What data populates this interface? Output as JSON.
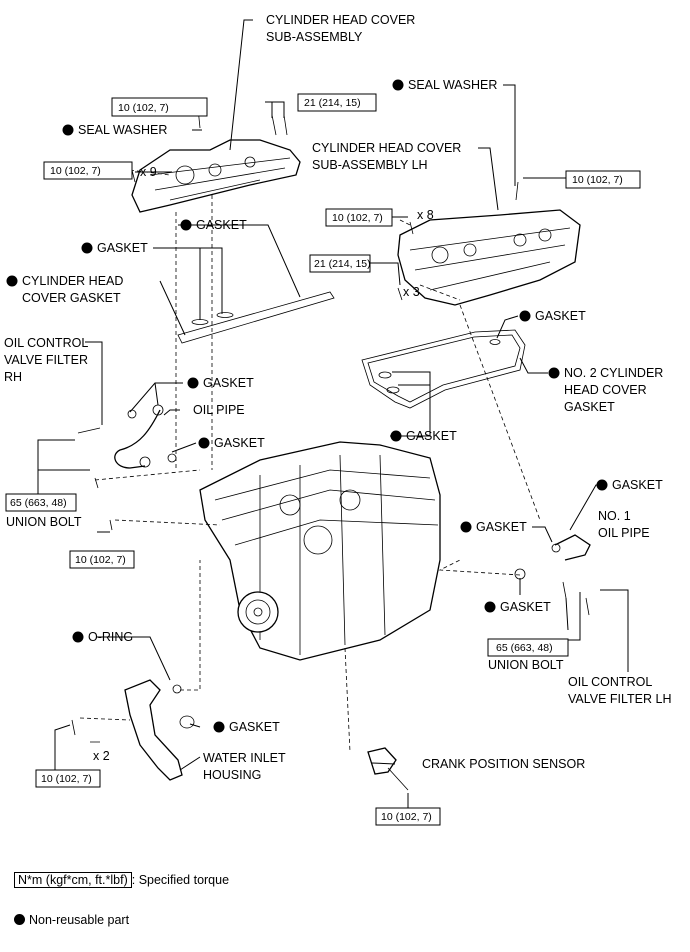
{
  "labels": {
    "cylinder_head_cover_subassembly": [
      "CYLINDER HEAD COVER",
      "SUB-ASSEMBLY"
    ],
    "seal_washer_top_right": "SEAL WASHER",
    "seal_washer_left": "SEAL WASHER",
    "cylinder_head_cover_subassembly_lh": [
      "CYLINDER HEAD COVER",
      "SUB-ASSEMBLY LH"
    ],
    "gasket_a": "GASKET",
    "gasket_b": "GASKET",
    "cylinder_head_cover_gasket": [
      "CYLINDER HEAD",
      "COVER GASKET"
    ],
    "gasket_c": "GASKET",
    "no2_cylinder_head_cover_gasket": [
      "NO. 2 CYLINDER",
      "HEAD COVER",
      "GASKET"
    ],
    "oil_control_valve_filter_rh": [
      "OIL CONTROL",
      "VALVE FILTER",
      "RH"
    ],
    "gasket_d": "GASKET",
    "oil_pipe": "OIL PIPE",
    "gasket_e": "GASKET",
    "gasket_f": "GASKET",
    "gasket_g": "GASKET",
    "union_bolt_left": "UNION BOLT",
    "gasket_h": "GASKET",
    "no1_oil_pipe": [
      "NO. 1",
      "OIL PIPE"
    ],
    "gasket_i": "GASKET",
    "union_bolt_right": "UNION BOLT",
    "o_ring": "O-RING",
    "oil_control_valve_filter_lh": [
      "OIL CONTROL",
      "VALVE FILTER LH"
    ],
    "gasket_j": "GASKET",
    "water_inlet_housing": [
      "WATER INLET",
      "HOUSING"
    ],
    "crank_position_sensor": "CRANK POSITION SENSOR"
  },
  "torque": {
    "t1": "10 (102, 7)",
    "t2": "21 (214, 15)",
    "t3": "10 (102, 7)",
    "t4": "10 (102, 7)",
    "t5": "10 (102, 7)",
    "t6": "21 (214, 15)",
    "t7": "65 (663, 48)",
    "t8": "10 (102, 7)",
    "t9": "65 (663, 48)",
    "t10": "10 (102, 7)",
    "t11": "10 (102, 7)"
  },
  "quantities": {
    "q_x9": "x 9",
    "q_x8": "x 8",
    "q_x3": "x 3",
    "q_x2": "x 2"
  },
  "legend": {
    "torque_unit": "N*m (kgf*cm, ft.*lbf)",
    "torque_desc": ": Specified torque",
    "nonreusable": "Non-reusable part"
  }
}
